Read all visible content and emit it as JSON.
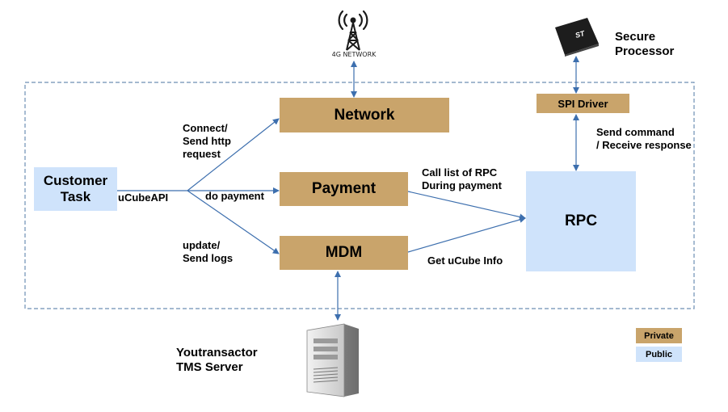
{
  "nodes": {
    "network": "Network",
    "payment": "Payment",
    "mdm": "MDM",
    "spi_driver": "SPI Driver",
    "rpc": "RPC",
    "customer_task": "Customer\nTask"
  },
  "external": {
    "network_tower_caption": "4G NETWORK",
    "secure_processor": "Secure\nProcessor",
    "secure_chip_mark": "ST",
    "tms_server": "Youtransactor\nTMS Server"
  },
  "edge_labels": {
    "ucube_api": "uCubeAPI",
    "connect": "Connect/\nSend http\nrequest",
    "do_payment": "do payment",
    "update_logs": "update/\nSend logs",
    "call_list": "Call list of RPC\nDuring payment",
    "get_info": "Get uCube Info",
    "send_command": "Send command\n / Receive response"
  },
  "legend": {
    "private": "Private",
    "public": "Public"
  },
  "colors": {
    "private": "#c9a46b",
    "public": "#cfe3fb",
    "arrow": "#3d6fae",
    "boundary": "#6d8fb5"
  }
}
